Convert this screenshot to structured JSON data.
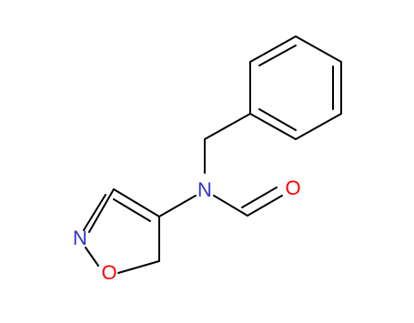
{
  "colors": {
    "background": "#ffffff",
    "carbon_bond": "#000000",
    "nitrogen": "#3333cc",
    "oxygen": "#ff0000"
  },
  "molecule": {
    "atoms": [
      {
        "id": "n_amine",
        "element": "N",
        "label": "N"
      },
      {
        "id": "o_carbonyl",
        "element": "O",
        "label": "O"
      },
      {
        "id": "n_ring",
        "element": "N",
        "label": "N"
      },
      {
        "id": "o_ring",
        "element": "O",
        "label": "O"
      }
    ]
  }
}
